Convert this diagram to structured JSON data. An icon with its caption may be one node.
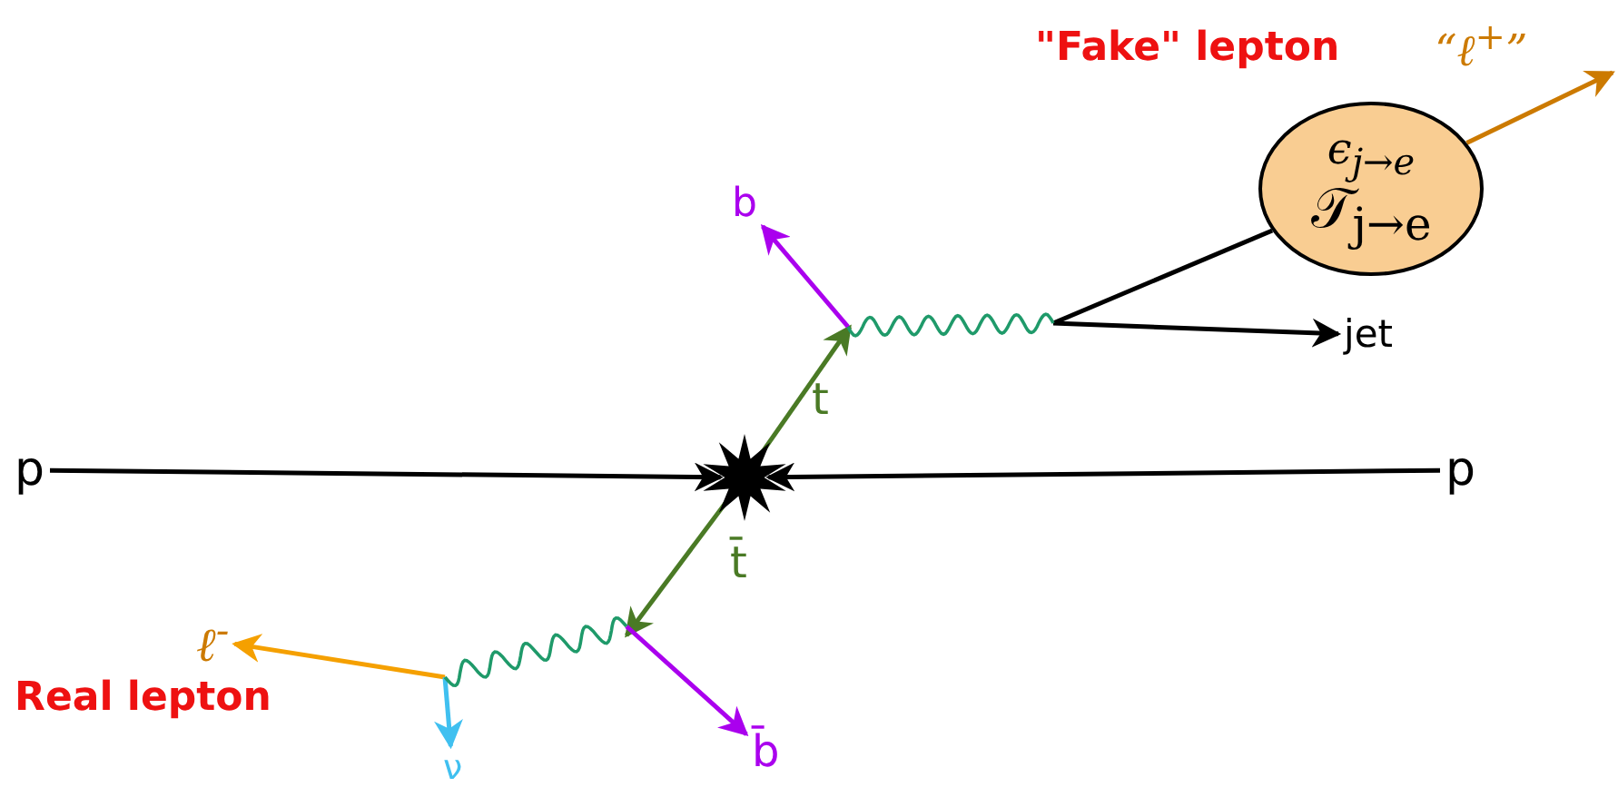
{
  "diagram": {
    "nodes": [
      {
        "text": [
          "p"
        ]
      },
      {
        "text": [
          "p"
        ]
      },
      {
        "text": [],
        "shape": "star"
      },
      {
        "text": [
          "ϵ$_{j→e}$",
          "𝒯$_{j→e}$"
        ]
      },
      {
        "text": [
          "b"
        ]
      },
      {
        "text": [
          "jet"
        ]
      },
      {
        "text": [
          "ℓ$^{-}$"
        ]
      },
      {
        "text": [
          "ν"
        ]
      },
      {
        "text": [
          "b̄"
        ]
      }
    ],
    "edges": [
      {
        "from": 0,
        "to": 2,
        "arrow": "to"
      },
      {
        "from": 1,
        "to": 2,
        "arrow": "to"
      },
      {
        "from": 2,
        "to": null,
        "arrow": "to",
        "color": "#4a7a25"
      },
      {
        "from": 2,
        "to": null,
        "arrow": "to",
        "color": "#4a7a25"
      },
      {
        "from": null,
        "to": 4,
        "arrow": "to",
        "color": "#aa00ee"
      },
      {
        "from": null,
        "to": 3,
        "arrow": "none"
      },
      {
        "from": null,
        "to": 5,
        "arrow": "to"
      },
      {
        "from": 3,
        "to": null,
        "arrow": "to",
        "color": "#cc7a00"
      },
      {
        "from": null,
        "to": 6,
        "arrow": "to",
        "color": "#f5a000"
      },
      {
        "from": null,
        "to": 7,
        "arrow": "to",
        "color": "#40c0f0"
      },
      {
        "from": null,
        "to": 8,
        "arrow": "to",
        "color": "#aa00ee"
      }
    ],
    "labels": [
      "t",
      "t̄",
      "Real lepton",
      "\"Fake\" lepton",
      "“ℓ$^{+}$”"
    ]
  }
}
